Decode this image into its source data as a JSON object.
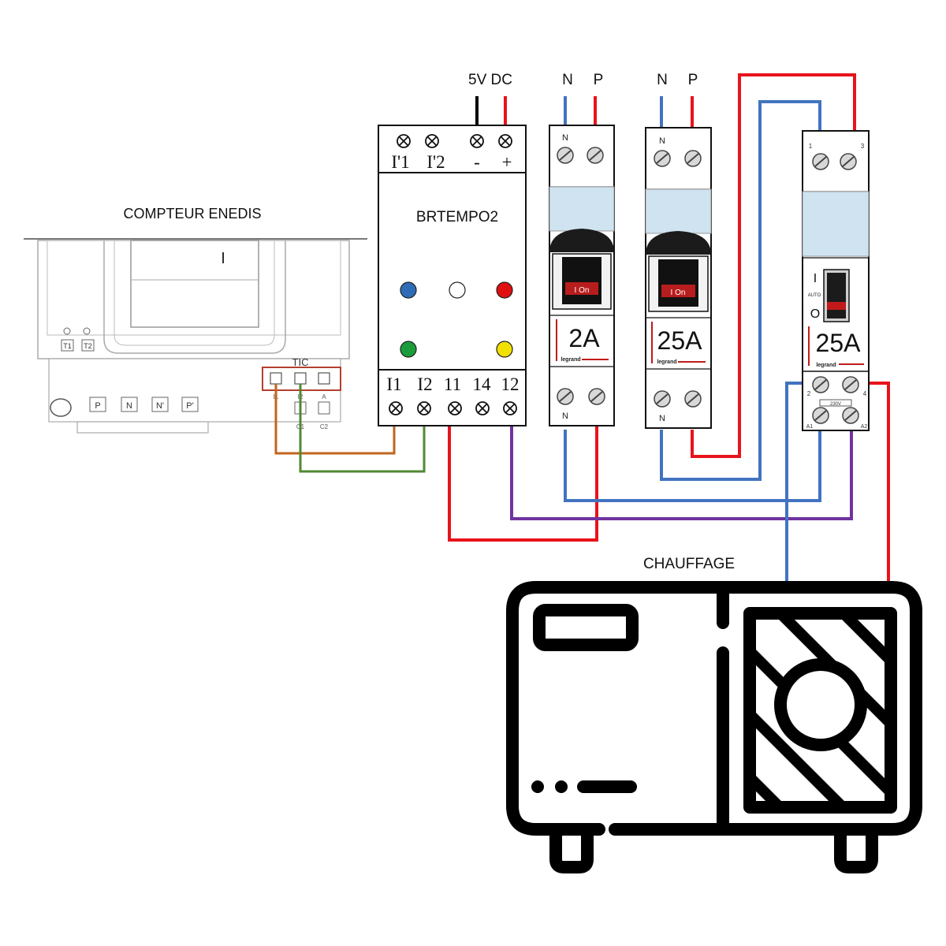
{
  "meter": {
    "title": "COMPTEUR ENEDIS",
    "display_mark": "I",
    "tic_label": "TIC",
    "upper_terminals": [
      "T1",
      "T2"
    ],
    "bottom_terminals": [
      "P",
      "N",
      "N'",
      "P'"
    ],
    "tic_terminals": [
      "I1",
      "I2",
      "A"
    ],
    "lower_terminals": [
      "C1",
      "C2"
    ]
  },
  "module": {
    "name": "BRTEMPO2",
    "supply_label": "5V DC",
    "top_terminals": [
      "I'1",
      "I'2",
      "-",
      "+"
    ],
    "bottom_terminals": [
      "I1",
      "I2",
      "11",
      "14",
      "12"
    ],
    "leds": [
      "blue",
      "white",
      "red",
      "green",
      "yellow"
    ]
  },
  "breaker_2a": {
    "rating": "2A",
    "brand": "legrand",
    "switch_text": "I On",
    "top_n": "N",
    "bottom_n": "N",
    "supply_labels": [
      "N",
      "P"
    ]
  },
  "breaker_25a": {
    "rating": "25A",
    "brand": "legrand",
    "switch_text": "I On",
    "top_n": "N",
    "bottom_n": "N",
    "supply_labels": [
      "N",
      "P"
    ]
  },
  "contactor": {
    "rating": "25A",
    "brand": "legrand",
    "on_mark": "I",
    "auto_mark": "AUTO",
    "off_mark": "O",
    "top_terminals": [
      "1",
      "3"
    ],
    "bottom_terminals": [
      "2",
      "4",
      "A1",
      "A2"
    ],
    "coil_label": "230V"
  },
  "load": {
    "label": "CHAUFFAGE",
    "icon": "heat-pump-outdoor-unit-icon"
  },
  "colors": {
    "phase": "#e8131b",
    "neutral": "#4273c0",
    "tic_i1": "#c0651f",
    "tic_i2": "#4f8a31",
    "control": "#7033a0",
    "led_blue": "#2f6cb6",
    "led_red": "#e11010",
    "led_green": "#1a9c3a",
    "led_yellow": "#f2e000",
    "breaker_window": "#cfe3f1"
  }
}
